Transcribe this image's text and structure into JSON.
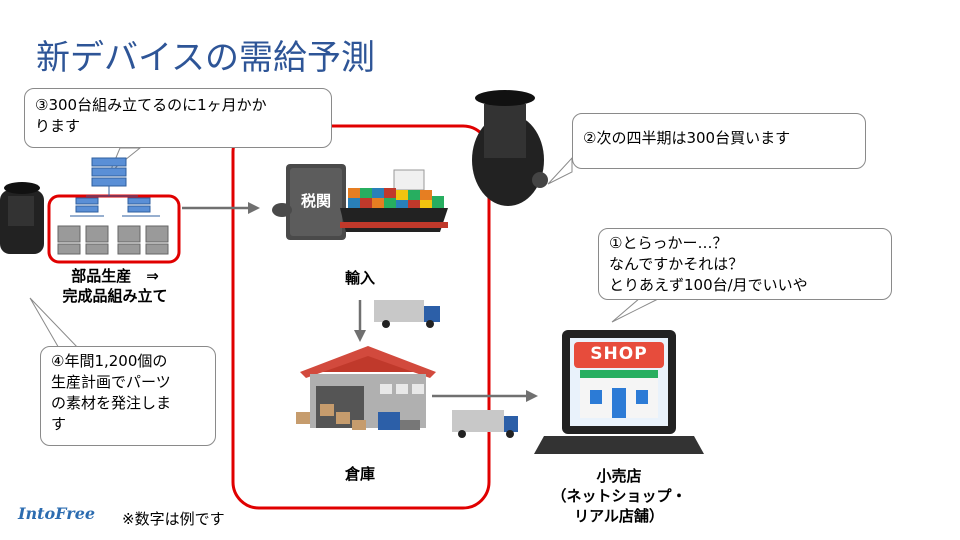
{
  "title": "新デバイスの需給予測",
  "bubbles": {
    "b3": [
      "③300台組み立てるのに1ヶ月かか",
      "ります"
    ],
    "b2": [
      "②次の四半期は300台買います"
    ],
    "b1": [
      "①とらっかー…？",
      "なんですかそれは？",
      "とりあえず100台/月でいいや"
    ],
    "b4": [
      "④年間1,200個の",
      "生産計画でパーツ",
      "の素材を発注しま",
      "す"
    ]
  },
  "labels": {
    "parts": [
      "部品生産　⇒",
      "完成品組み立て"
    ],
    "import": "輸入",
    "warehouse": "倉庫",
    "retail": [
      "小売店",
      "（ネットショップ・",
      "リアル店舗）"
    ]
  },
  "customs_text": "税関",
  "shop_sign": "SHOP",
  "note": "※数字は例です",
  "logo": "IntoFree",
  "colors": {
    "title": "#2e5597",
    "highlight": "#e00000",
    "arrow": "#707070"
  }
}
